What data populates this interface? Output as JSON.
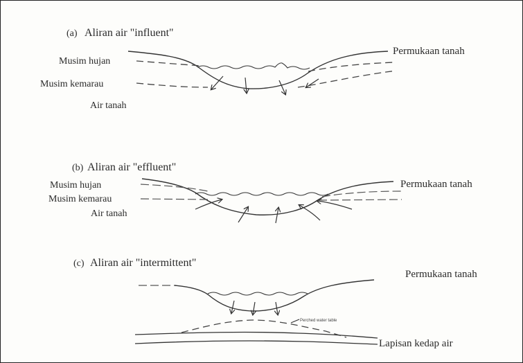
{
  "panel_a": {
    "title": "Aliran air \"influent\"",
    "marker": "(a)",
    "label_rainy": "Musim hujan",
    "label_dry": "Musim kemarau",
    "label_groundwater": "Air tanah",
    "label_surface": "Permukaan tanah"
  },
  "panel_b": {
    "title": "Aliran air \"effluent\"",
    "marker": "(b)",
    "label_rainy": "Musim hujan",
    "label_dry": "Musim kemarau",
    "label_groundwater": "Air tanah",
    "label_surface": "Permukaan tanah"
  },
  "panel_c": {
    "title": "Aliran air \"intermittent\"",
    "marker": "(c)",
    "label_surface": "Permukaan tanah",
    "label_perched": "Perched water table",
    "label_impermeable": "Lapisan kedap air"
  }
}
